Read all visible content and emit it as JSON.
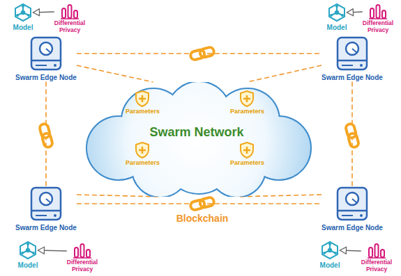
{
  "diagram": {
    "nodes": [
      {
        "text": [
          "Model"
        ]
      },
      {
        "text": [
          "Differential Privacy"
        ]
      },
      {
        "text": [
          "Model"
        ]
      },
      {
        "text": [
          "Differential Privacy"
        ]
      },
      {
        "text": [
          "Swarm Edge Node"
        ]
      },
      {
        "text": [
          "Swarm Edge Node"
        ]
      },
      {
        "text": [
          "Swarm Network"
        ]
      },
      {
        "text": [
          "Parameters"
        ],
        "in": 6
      },
      {
        "text": [
          "Parameters"
        ],
        "in": 6
      },
      {
        "text": [
          "Parameters"
        ],
        "in": 6
      },
      {
        "text": [
          "Parameters"
        ],
        "in": 6
      },
      {
        "text": [
          "Swarm Edge Node"
        ]
      },
      {
        "text": [
          "Swarm Edge Node"
        ]
      },
      {
        "text": [
          "Model"
        ]
      },
      {
        "text": [
          "Differential Privacy"
        ]
      },
      {
        "text": [
          "Model"
        ]
      },
      {
        "text": [
          "Differential Privacy"
        ]
      }
    ],
    "edges": [
      {
        "from": 1,
        "to": 0,
        "arrow": "to"
      },
      {
        "from": 3,
        "to": 2,
        "arrow": "to"
      },
      {
        "from": 14,
        "to": 13,
        "arrow": "to"
      },
      {
        "from": 16,
        "to": 15,
        "arrow": "to"
      },
      {
        "from": 4,
        "to": 5,
        "arrow": "none"
      },
      {
        "from": 4,
        "to": 11,
        "arrow": "none"
      },
      {
        "from": 5,
        "to": 12,
        "arrow": "none"
      },
      {
        "from": 11,
        "to": 12,
        "arrow": "none"
      },
      {
        "from": 4,
        "to": 6,
        "arrow": "none"
      },
      {
        "from": 5,
        "to": 6,
        "arrow": "none"
      },
      {
        "from": 11,
        "to": 6,
        "arrow": "none"
      },
      {
        "from": 12,
        "to": 6,
        "arrow": "none"
      }
    ],
    "labels": [
      "Blockchain"
    ]
  }
}
